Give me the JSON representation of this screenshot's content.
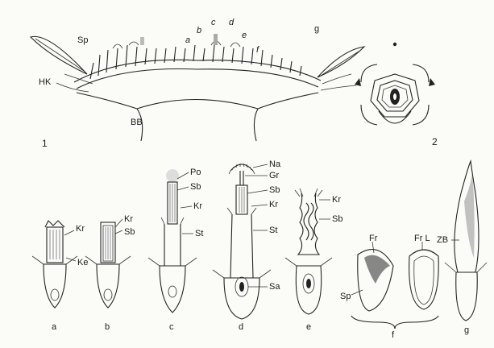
{
  "figures": {
    "fig1": {
      "number": "1",
      "labels": {
        "sp": "Sp",
        "hk": "HK",
        "bb": "BB",
        "g": "g"
      },
      "floret_letters": [
        "a",
        "b",
        "c",
        "d",
        "e",
        "f"
      ]
    },
    "fig2": {
      "number": "2"
    },
    "floret_a": {
      "letter": "a",
      "labels": [
        "Kr",
        "Ke"
      ]
    },
    "floret_b": {
      "letter": "b",
      "labels": [
        "Kr",
        "Sb"
      ]
    },
    "floret_c": {
      "letter": "c",
      "labels": [
        "Po",
        "Sb",
        "Kr",
        "St"
      ]
    },
    "floret_d": {
      "letter": "d",
      "labels": [
        "Na",
        "Gr",
        "Sb",
        "Kr",
        "St",
        "Sa"
      ]
    },
    "floret_e": {
      "letter": "e",
      "labels": [
        "Kr",
        "Sb"
      ]
    },
    "fruit_f": {
      "letter": "f",
      "labels": [
        "Fr",
        "Fr L",
        "Sp"
      ]
    },
    "floret_g": {
      "letter": "g",
      "labels": [
        "ZB"
      ]
    }
  }
}
